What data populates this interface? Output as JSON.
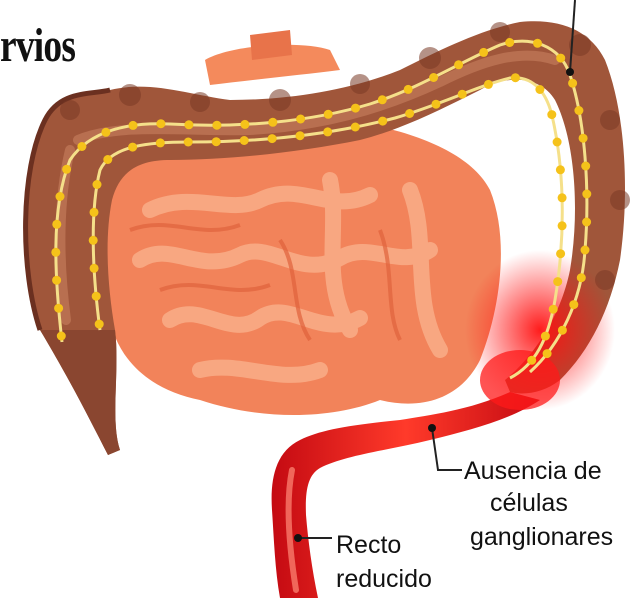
{
  "title_fragment": "rvios",
  "labels": {
    "absence_line1": "Ausencia de",
    "absence_line2": "células",
    "absence_line3": "ganglionares",
    "rectum_line1": "Recto",
    "rectum_line2": "reducido"
  },
  "colors": {
    "colon_healthy": "#a0563a",
    "colon_dark": "#6b3020",
    "small_intestine": "#f2835a",
    "small_intestine_light": "#f7a37d",
    "rectum": "#e0101a",
    "aganglionic_zone": "#ff1a1a",
    "nerve_line": "#f5e08a",
    "ganglion_dot": "#f5c21a"
  }
}
